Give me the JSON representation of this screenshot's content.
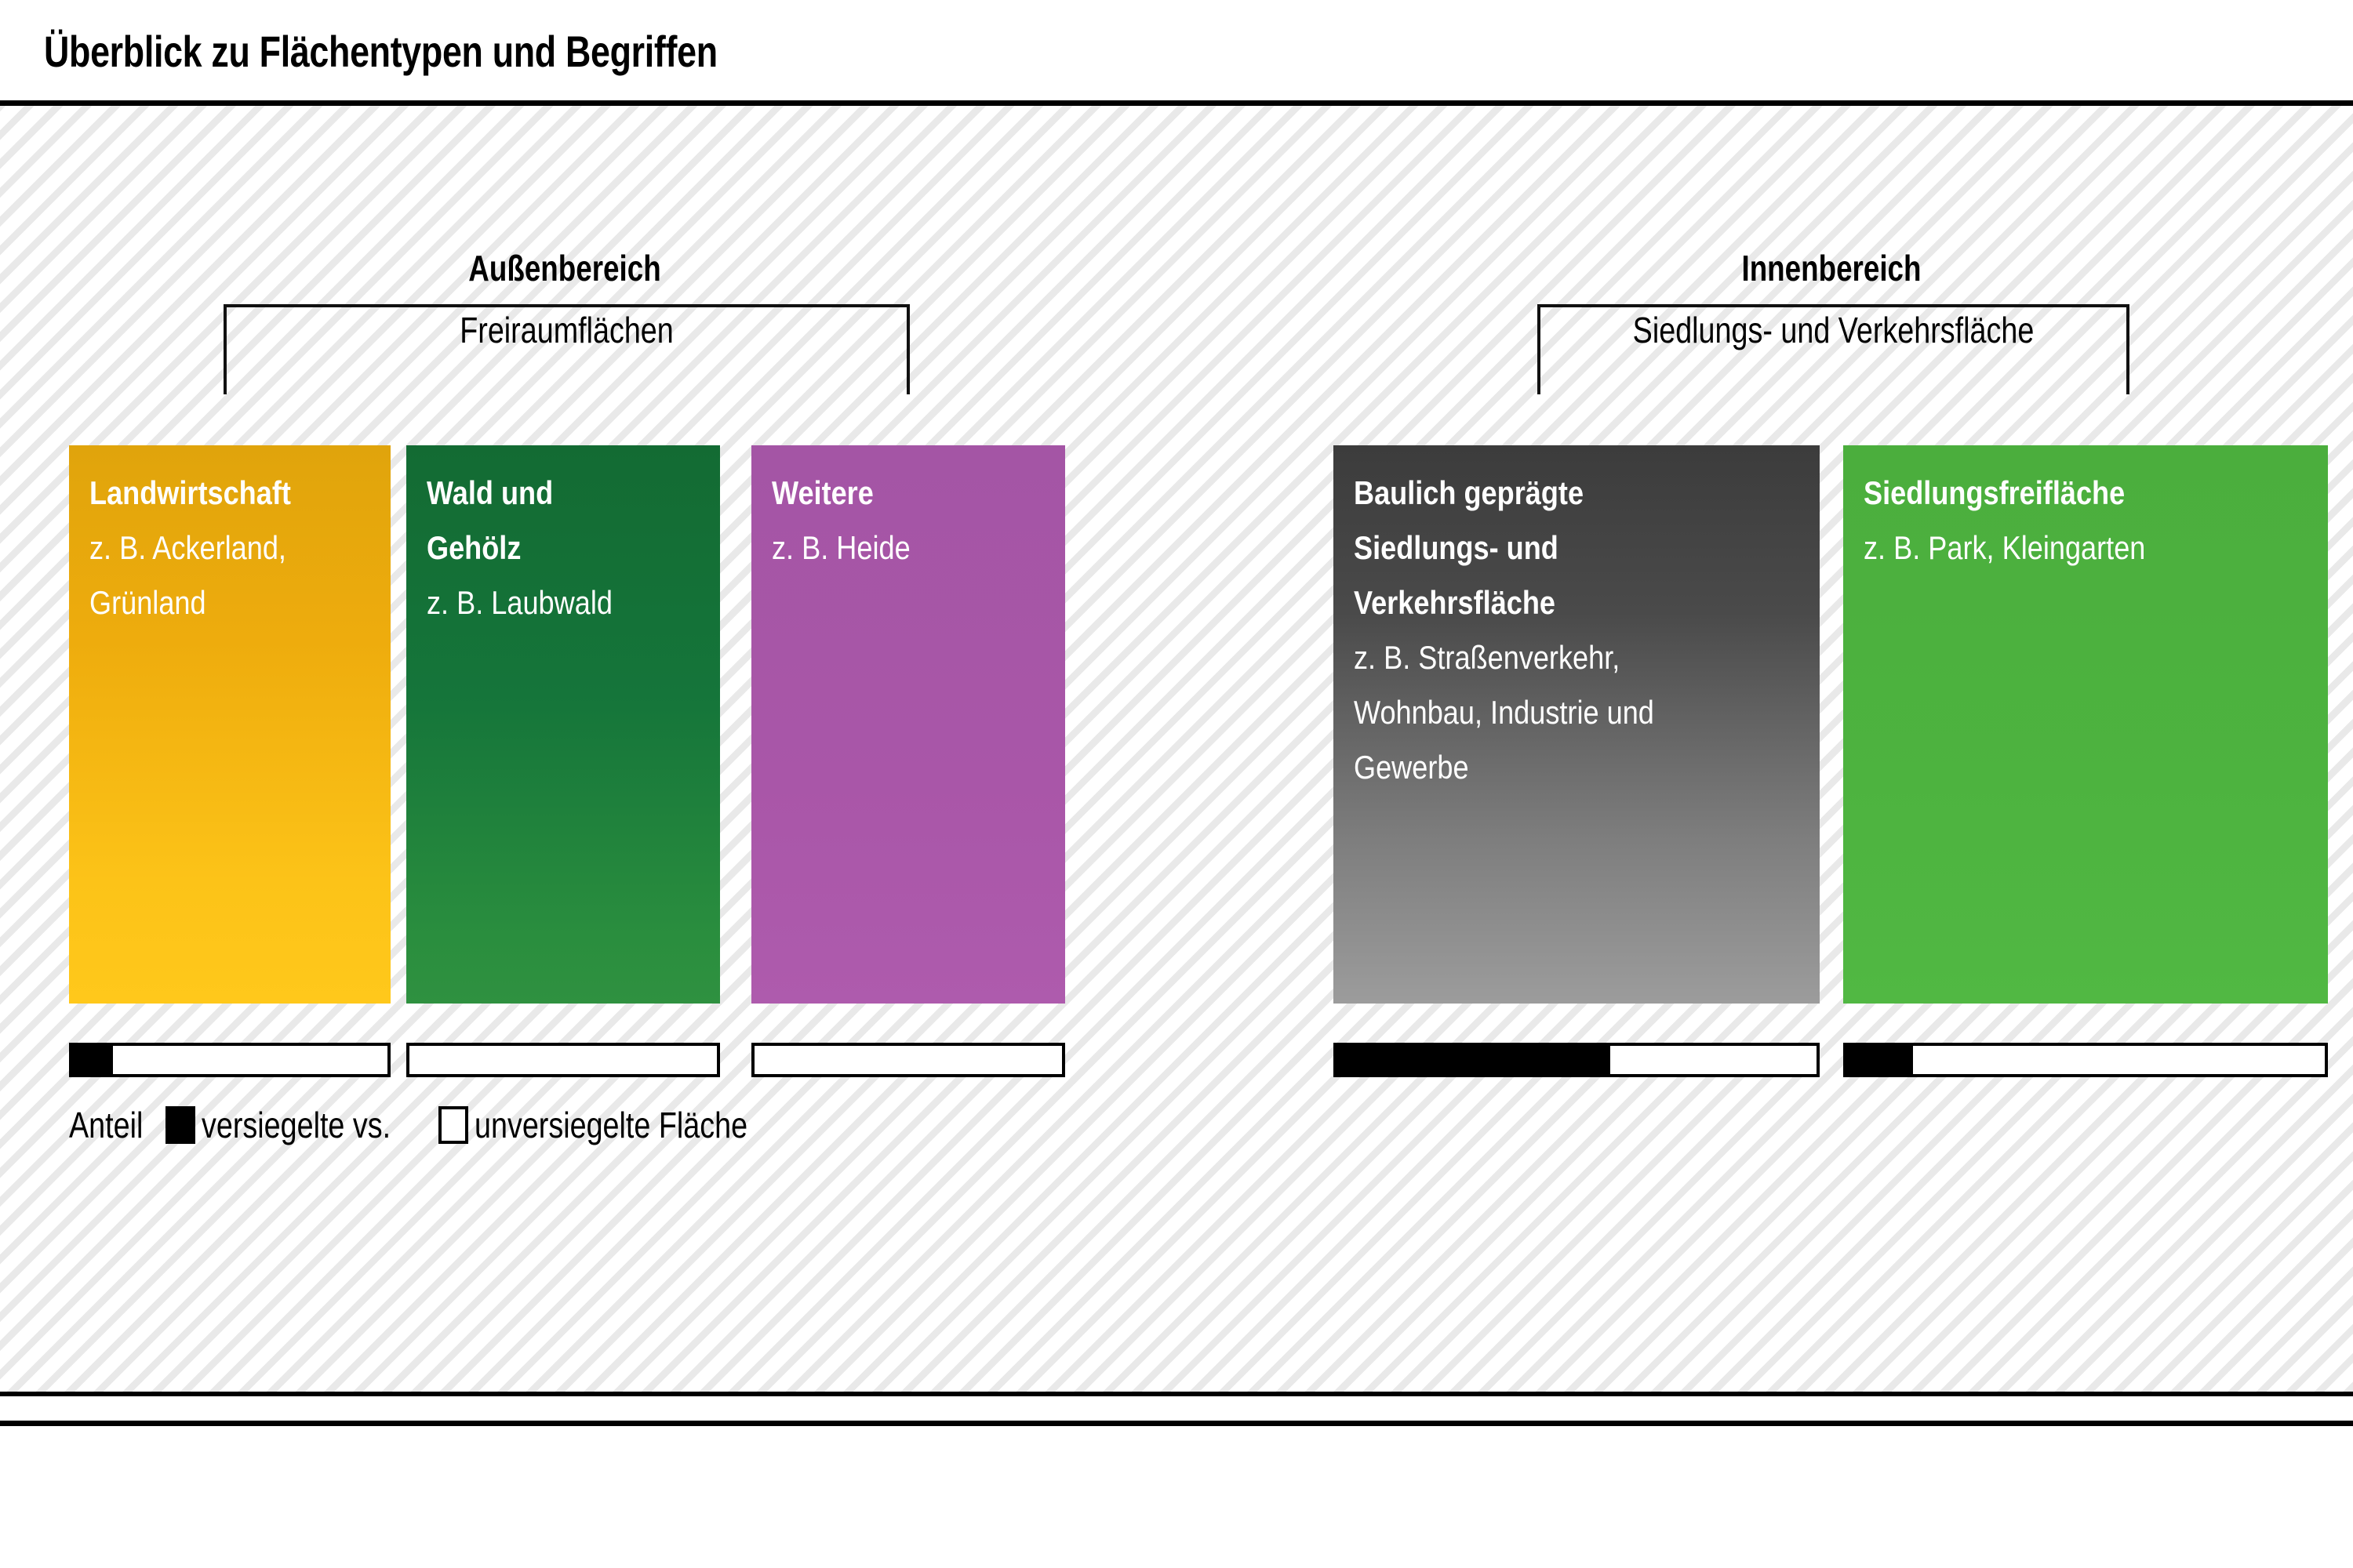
{
  "title": "Überblick zu Flächentypen und Begriffen",
  "areas": [
    {
      "heading": "Außenbereich",
      "bracket_label": "Freiraumflächen"
    },
    {
      "heading": "Innenbereich",
      "bracket_label": "Siedlungs- und Verkehrsfläche"
    }
  ],
  "cards": [
    {
      "name": "landwirtschaft",
      "title": "Landwirtschaft",
      "example": "z. B. Ackerland,\nGrünland",
      "color": "#f0b010",
      "sealed_percent": 13
    },
    {
      "name": "wald-und-gehoelz",
      "title": "Wald und\nGehölz",
      "example": "z. B. Laubwald",
      "color": "#16713a",
      "sealed_percent": 0
    },
    {
      "name": "weitere",
      "title": "Weitere",
      "example": "z. B. Heide",
      "color": "#a856a6",
      "sealed_percent": 0
    },
    {
      "name": "baulich-gepraegte-siedlungs-und-verkehrsflaeche",
      "title": "Baulich geprägte\nSiedlungs- und\nVerkehrsfläche",
      "example": "z. B. Straßenverkehr,\nWohnbau, Industrie und\nGewerbe",
      "color": "#6d6d6d",
      "sealed_percent": 57
    },
    {
      "name": "siedlungsfreiflaeche",
      "title": "Siedlungsfreifläche",
      "example": "z. B. Park, Kleingarten",
      "color": "#4db33f",
      "sealed_percent": 14
    }
  ],
  "legend": {
    "prefix": "Anteil",
    "sealed_label": "versiegelte vs.",
    "unsealed_label": "unversiegelte Fläche"
  },
  "chart_data": {
    "type": "bar",
    "title": "Anteil versiegelte vs. unversiegelte Fläche",
    "categories": [
      "Landwirtschaft",
      "Wald und Gehölz",
      "Weitere",
      "Baulich geprägte Siedlungs- und Verkehrsfläche",
      "Siedlungsfreifläche"
    ],
    "series": [
      {
        "name": "versiegelte Fläche",
        "values": [
          13,
          0,
          0,
          57,
          14
        ]
      },
      {
        "name": "unversiegelte Fläche",
        "values": [
          87,
          100,
          100,
          43,
          86
        ]
      }
    ],
    "xlabel": "",
    "ylabel": "Anteil (%)",
    "ylim": [
      0,
      100
    ],
    "grid": false,
    "legend_position": "bottom-left"
  }
}
